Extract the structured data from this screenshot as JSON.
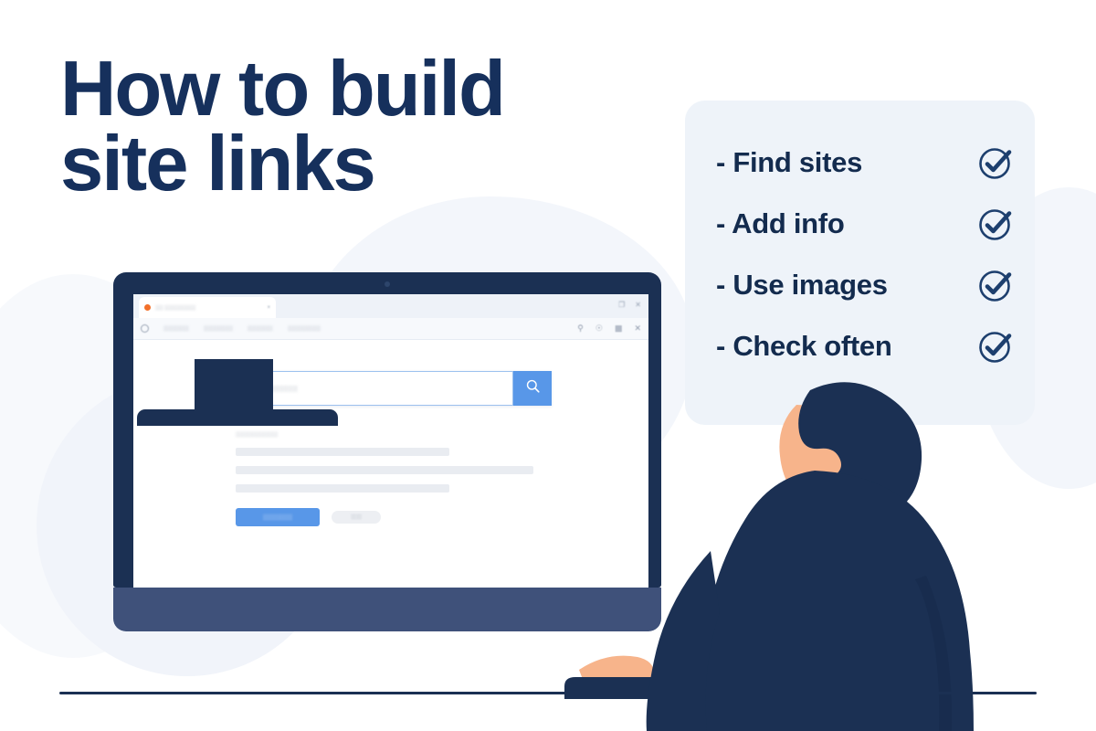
{
  "headline": {
    "text": "How to build\nsite links",
    "color": "#16305c"
  },
  "checklist": {
    "card_color": "#eef3f9",
    "items": [
      {
        "label": "- Find sites",
        "icon": "check-circle-icon",
        "checked": true
      },
      {
        "label": "- Add info",
        "icon": "check-circle-icon",
        "checked": true
      },
      {
        "label": "- Use images",
        "icon": "check-circle-icon",
        "checked": true
      },
      {
        "label": "- Check often",
        "icon": "check-circle-icon",
        "checked": true
      }
    ],
    "check_color": "#1d3f6e"
  },
  "monitor": {
    "bezel_color": "#1b3053",
    "chin_color": "#3f517a",
    "browser": {
      "tab": {
        "favicon": "orange-dot-favicon",
        "title": "░░ ░░░░░░░░",
        "close": "×"
      },
      "window_controls": [
        "❐",
        "✕"
      ],
      "toolbar": {
        "home_icon": "circle-icon",
        "items": [
          "░░░░░░",
          "░░░░░░░",
          "░░░░░░",
          "░░░░░░░░"
        ],
        "right_icons": [
          "search-icon",
          "bell-icon",
          "grid-icon",
          "close-icon"
        ]
      },
      "search": {
        "placeholder": "░░░░░░░░░░░",
        "value": "",
        "button_icon": "magnifier-icon",
        "button_color": "#5897e8",
        "border_color": "#9cc1ee"
      },
      "results": {
        "label": "░░░░░░░░░░",
        "skeleton_bars": [
          234,
          326,
          234
        ],
        "bar_color": "#e9ecf1"
      },
      "actions": {
        "primary_label": "░░░░░░░",
        "primary_color": "#5897e8",
        "secondary_label": "░░░",
        "secondary_color": "#edeff3"
      }
    }
  },
  "person": {
    "hair_color": "#1b3053",
    "skin_color": "#f7b48b",
    "shirt_color": "#1b3053"
  },
  "desk": {
    "color": "#1b3053"
  },
  "background": {
    "page": "#ffffff",
    "blob": "#f1f4fa"
  }
}
